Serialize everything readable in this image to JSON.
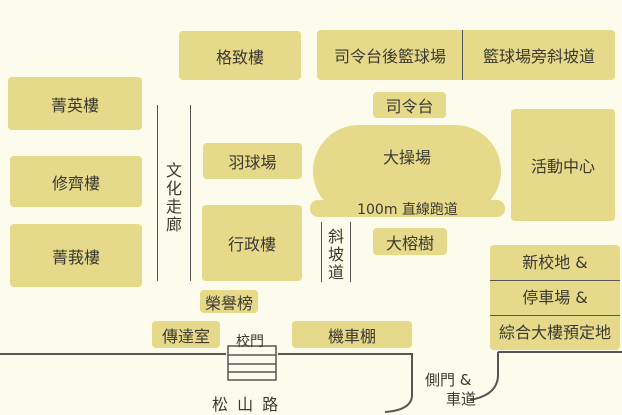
{
  "buildings": {
    "gezhi": "格致樓",
    "gym_back": "司令台後籃球場",
    "court_slope": "籃球場旁斜坡道",
    "jingying": "菁英樓",
    "podium": "司令台",
    "xiuqi": "修齊樓",
    "badminton": "羽球場",
    "playground": "大操場",
    "activity_center": "活動中心",
    "track": "100m 直線跑道",
    "jingjing": "菁莪樓",
    "admin": "行政樓",
    "banyan": "大榕樹",
    "new_campus_1": "新校地 &",
    "new_campus_2": "停車場 &",
    "new_campus_3": "綜合大樓預定地",
    "honor_board": "榮譽榜",
    "reception": "傳達室",
    "scooter_shed": "機車棚"
  },
  "labels": {
    "corridor": [
      "文",
      "化",
      "走",
      "廊"
    ],
    "slope": [
      "斜",
      "坡",
      "道"
    ],
    "gate": "校門",
    "road": "松 山 路",
    "side_gate_1": "側門 &",
    "side_gate_2": "車道"
  },
  "colors": {
    "building": "#e6d98a",
    "background": "#fdfbeb",
    "line": "#555555"
  }
}
